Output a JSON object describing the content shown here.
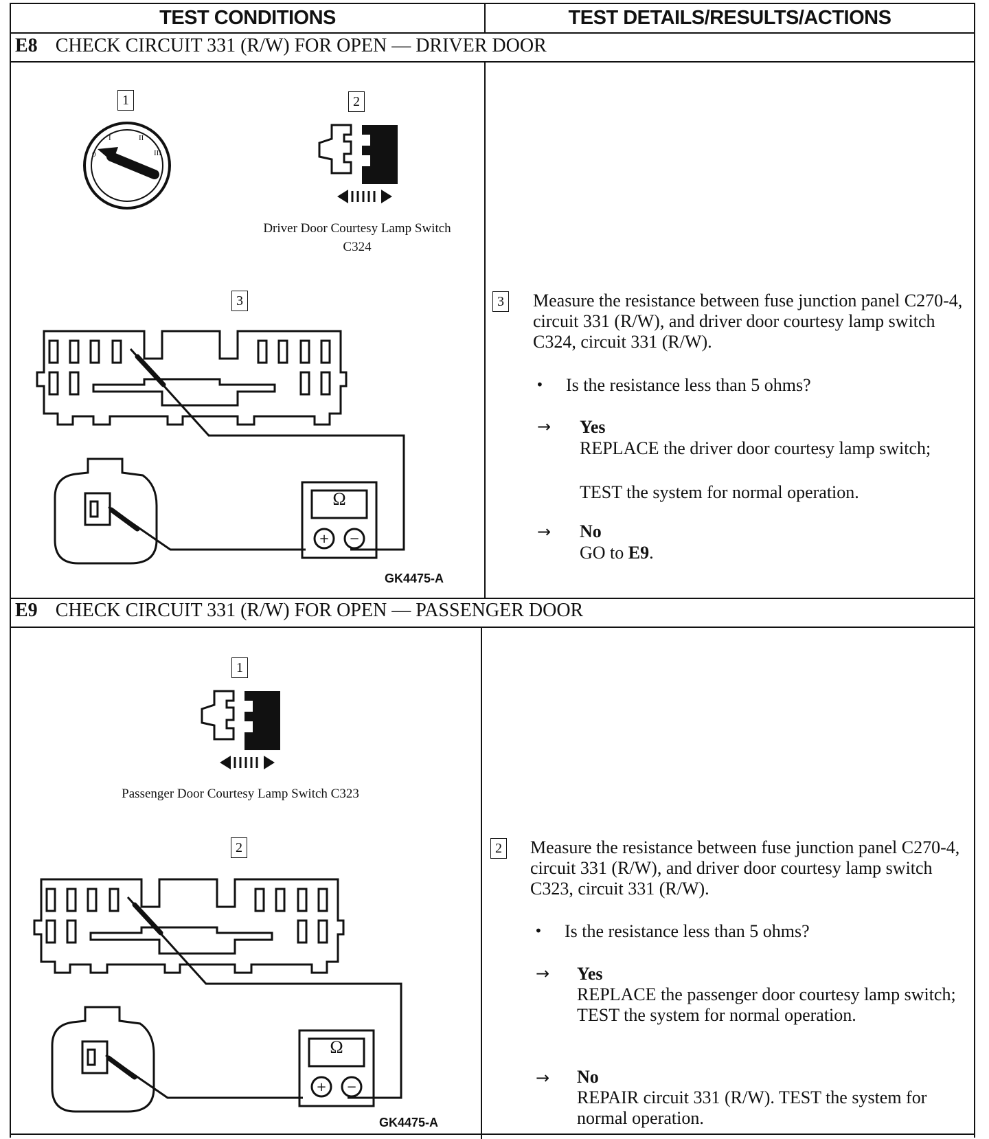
{
  "header": {
    "left": "TEST CONDITIONS",
    "right": "TEST DETAILS/RESULTS/ACTIONS"
  },
  "e8": {
    "step_id": "E8",
    "title": "CHECK CIRCUIT 331 (R/W) FOR OPEN — DRIVER DOOR",
    "box1": "1",
    "box2": "2",
    "box3": "3",
    "switch_caption_line1": "Driver Door Courtesy Lamp Switch",
    "switch_caption_line2": "C324",
    "figure_id": "GK4475-A",
    "meter_symbol": "Ω",
    "action_num": "3",
    "action_text": "Measure the resistance between fuse junction panel C270-4, circuit 331 (R/W), and driver door courtesy lamp switch C324, circuit 331 (R/W).",
    "question": "Is the resistance less than 5 ohms?",
    "yes_label": "Yes",
    "yes_text_1": "REPLACE the driver door courtesy lamp switch;",
    "yes_text_2": "TEST the system for normal operation.",
    "no_label": "No",
    "no_text_prefix": "GO to ",
    "no_text_step": "E9",
    "no_text_suffix": "."
  },
  "e9": {
    "step_id": "E9",
    "title": "CHECK CIRCUIT 331 (R/W) FOR OPEN — PASSENGER DOOR",
    "box1": "1",
    "box2": "2",
    "switch_caption": "Passenger Door Courtesy Lamp Switch C323",
    "figure_id": "GK4475-A",
    "meter_symbol": "Ω",
    "action_num": "2",
    "action_text": "Measure the resistance between fuse junction panel C270-4, circuit 331 (R/W), and driver door courtesy lamp switch C323, circuit 331 (R/W).",
    "question": "Is the resistance less than 5 ohms?",
    "yes_label": "Yes",
    "yes_text": "REPLACE the passenger door courtesy lamp switch; TEST the system for normal operation.",
    "no_label": "No",
    "no_text": "REPAIR circuit 331 (R/W). TEST the system for normal operation."
  },
  "symbols": {
    "arrow": "→",
    "bullet": "•"
  }
}
